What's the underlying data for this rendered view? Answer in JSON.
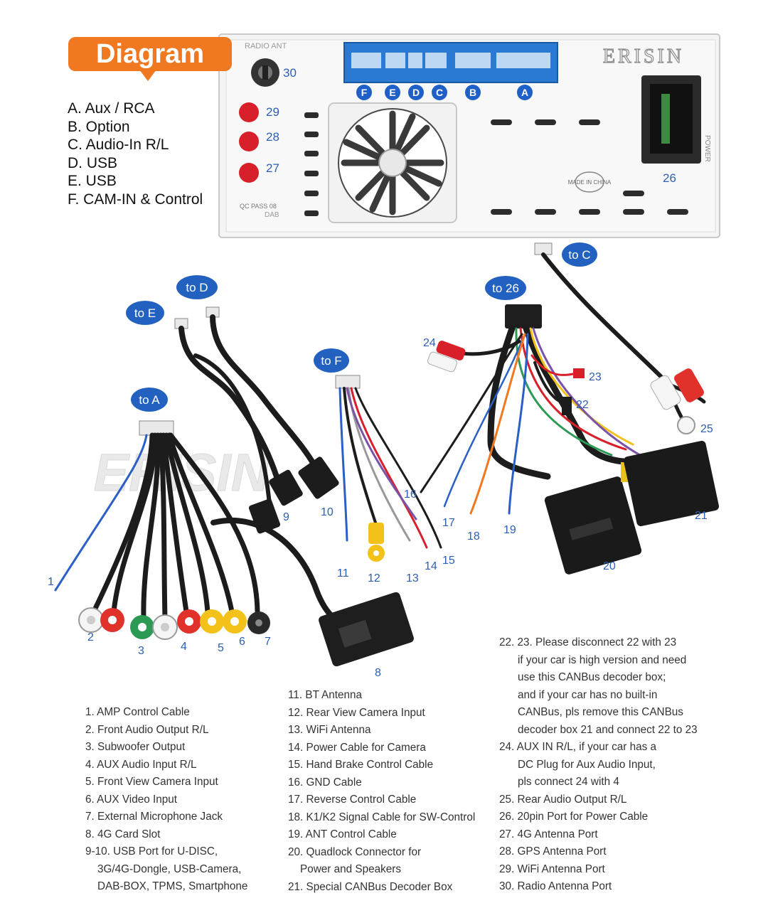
{
  "banner": {
    "title": "Diagram"
  },
  "panel": {
    "radio_ant_label": "RADIO ANT",
    "brand": "ERISIN",
    "made_in": "MADE IN CHINA",
    "qc_pass": "QC PASS 08",
    "dab": "DAB",
    "power": "POWER",
    "port_letters": [
      "F",
      "E",
      "D",
      "C",
      "B",
      "A"
    ],
    "numbers": [
      "30",
      "29",
      "28",
      "27",
      "26"
    ]
  },
  "port_legend": [
    "A. Aux / RCA",
    "B. Option",
    "C. Audio-In R/L",
    "D. USB",
    "E. USB",
    "F. CAM-IN & Control"
  ],
  "bubbles": [
    "to C",
    "to D",
    "to E",
    "to 26",
    "to F",
    "to A"
  ],
  "callouts": [
    "1",
    "2",
    "3",
    "4",
    "5",
    "6",
    "7",
    "8",
    "9",
    "10",
    "11",
    "12",
    "13",
    "14",
    "15",
    "16",
    "17",
    "18",
    "19",
    "20",
    "21",
    "22",
    "23",
    "24",
    "25"
  ],
  "legend_col_1": [
    "1. AMP Control Cable",
    "2. Front Audio Output R/L",
    "3. Subwoofer Output",
    "4. AUX Audio Input R/L",
    "5. Front View Camera Input",
    "6. AUX Video Input",
    "7. External Microphone Jack",
    "8. 4G Card Slot",
    "9-10. USB Port for U-DISC,",
    "3G/4G-Dongle, USB-Camera,",
    "DAB-BOX, TPMS, Smartphone"
  ],
  "legend_col_2": [
    "11. BT Antenna",
    "12. Rear View Camera Input",
    "13. WiFi Antenna",
    "14. Power Cable for Camera",
    "15. Hand Brake Control Cable",
    "16. GND Cable",
    "17. Reverse Control Cable",
    "18. K1/K2 Signal Cable for SW-Control",
    "19. ANT Control Cable",
    "20. Quadlock Connector for",
    "Power and Speakers",
    "21. Special CANBus Decoder Box"
  ],
  "legend_col_3": [
    "22. 23. Please disconnect 22 with 23",
    "if your car is high version and need",
    "use this CANBus decoder box;",
    "and if your car has no built-in",
    "CANBus, pls remove this CANBus",
    "decoder box 21 and connect 22 to 23",
    "24. AUX IN R/L, if your car has a",
    "DC Plug for Aux Audio Input,",
    "pls connect 24 with 4",
    "25. Rear Audio Output R/L",
    "26. 20pin Port for Power Cable",
    "27. 4G Antenna Port",
    "28. GPS Antenna Port",
    "29. WiFi Antenna Port",
    "30. Radio Antenna Port"
  ]
}
